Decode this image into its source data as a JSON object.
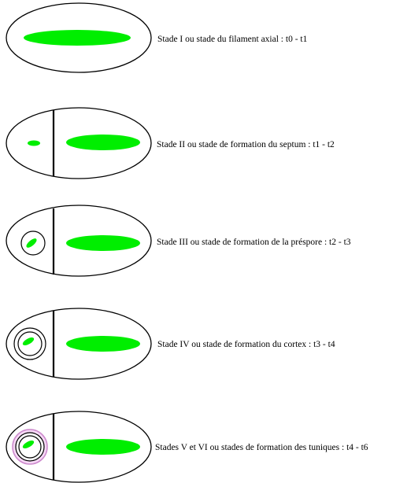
{
  "diagram": {
    "stages": [
      {
        "label": "Stade I ou stade du filament axial : t0 - t1"
      },
      {
        "label": "Stade II ou stade de formation du septum : t1 - t2"
      },
      {
        "label": "Stade III ou stade de formation de la préspore : t2 - t3"
      },
      {
        "label": "Stade IV ou stade de formation du cortex : t3 - t4"
      },
      {
        "label": "Stades V et VI ou stades de formation des tuniques : t4 - t6"
      }
    ],
    "colors": {
      "nucleoid": "#00ee00",
      "outline": "#000000",
      "tunic": "#cc88cc",
      "tunic_fill": "#f6d8f6",
      "background": "#ffffff"
    }
  }
}
